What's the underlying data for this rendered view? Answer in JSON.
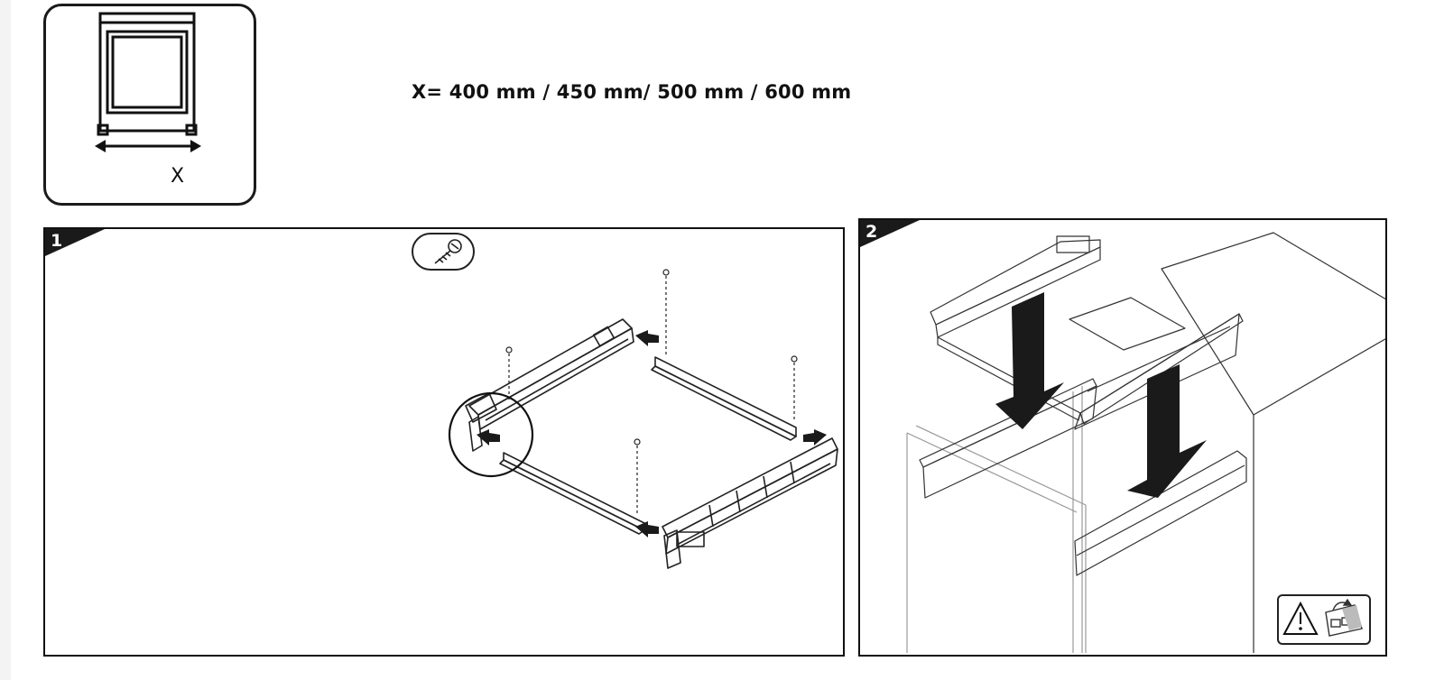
{
  "header": {
    "dimension_symbol": "X",
    "dimensions_text": "X= 400 mm / 450 mm/ 500 mm / 600 mm"
  },
  "steps": [
    {
      "number": "1"
    },
    {
      "number": "2"
    }
  ],
  "icons": {
    "cabinet": "cabinet-width-icon",
    "tool": "screw-icon",
    "warning": "warning-triangle-icon"
  },
  "colors": {
    "line": "#111111",
    "tab": "#1a1a1a",
    "arrow": "#1a1a1a"
  }
}
